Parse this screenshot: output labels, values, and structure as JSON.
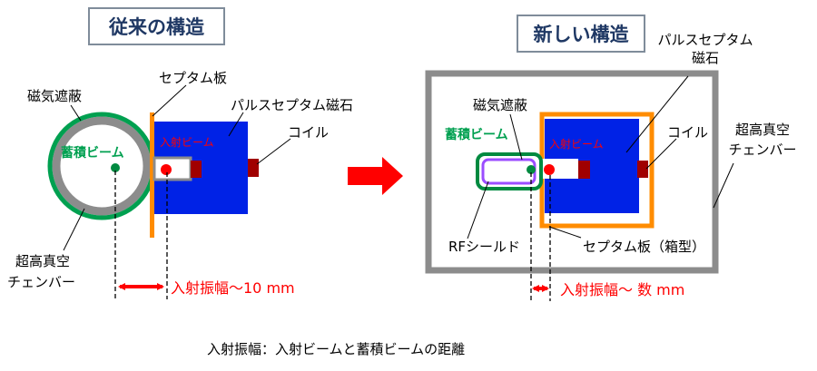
{
  "titles": {
    "old": "従来の構造",
    "new": "新しい構造"
  },
  "old": {
    "septum_plate": "セプタム板",
    "pulse_magnet": "パルスセプタム磁石",
    "shield": "磁気遮蔽",
    "coil": "コイル",
    "injected_beam": "入射ビーム",
    "stored_beam": "蓄積ビーム",
    "chamber_line1": "超高真空",
    "chamber_line2": "チェンバー",
    "amplitude": "入射振幅～10 mm"
  },
  "new": {
    "pulse_magnet_line1": "パルスセプタム",
    "pulse_magnet_line2": "磁石",
    "shield": "磁気遮蔽",
    "coil": "コイル",
    "injected_beam": "入射ビーム",
    "stored_beam": "蓄積ビーム",
    "chamber_line1": "超高真空",
    "chamber_line2": "チェンバー",
    "rf_shield": "RFシールド",
    "septum_box": "セプタム板（箱型）",
    "amplitude": "入射振幅～ 数 mm"
  },
  "footnote": "入射振幅：入射ビームと蓄積ビームの距離",
  "colors": {
    "magnet": "#0022e6",
    "septum": "#ff8c00",
    "shield": "#00a050",
    "chamber": "#8c8c8c",
    "coil": "#a00000",
    "beam_red": "#ff0000",
    "rf_shield": "#9b4dff",
    "arrow": "#ff0000"
  }
}
